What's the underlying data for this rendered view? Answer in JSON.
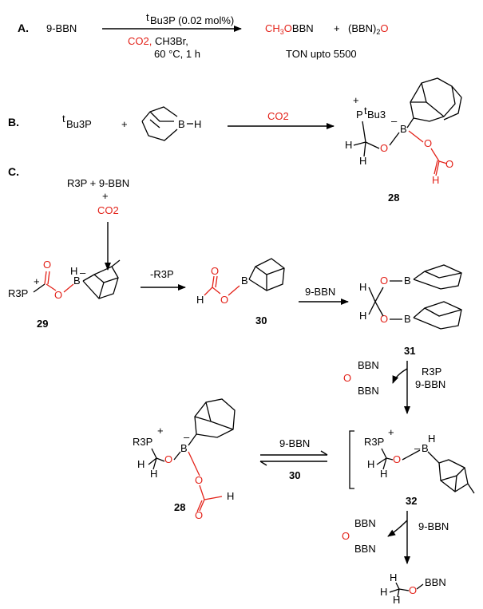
{
  "colors": {
    "ink": "#000000",
    "highlight": "#e32219"
  },
  "section_a": {
    "label": "A.",
    "reactant": "9-BBN",
    "catalyst": "Bu3P (0.02 mol%)",
    "catalyst_prefix": "t",
    "co2": "CO2,",
    "reagent": " CH3Br,",
    "conditions": "60 °C, 1 h",
    "product_part_red1": "CH",
    "product_sub": "3",
    "product_part_red2": "O",
    "product_part_black": "BBN",
    "plus": "+",
    "byproduct_black": "(BBN)",
    "byproduct_sub": "2",
    "byproduct_red": "O",
    "ton": "TON upto 5500"
  },
  "section_b": {
    "label": "B.",
    "phosphine": "Bu3P",
    "phosphine_prefix": "t",
    "plus": "+",
    "boron": "B",
    "hydride": "H",
    "co2": "CO2",
    "product_p": "P",
    "product_tbu": "Bu3",
    "product_o1": "O",
    "product_o2": "O",
    "product_o3": "O",
    "product_b": "B",
    "product_h1": "H",
    "product_h2": "H",
    "product_h3": "H",
    "charge_plus": "+",
    "charge_minus": "–",
    "compound": "28"
  },
  "section_c": {
    "label": "C.",
    "start_line": "R3P + 9-BBN",
    "start_plus": "+",
    "start_co2": "CO2",
    "c29": "29",
    "c30": "30",
    "c31": "31",
    "c32": "32",
    "c28": "28",
    "r3p": "R3P",
    "arrow1_label": "-R3P",
    "arrow2_label": "9-BBN",
    "arrow3_out": "BBN",
    "arrow3_in_r3p": "R3P",
    "arrow3_in_bbn": "9-BBN",
    "eq_top": "9-BBN",
    "eq_bottom": "30",
    "arrow4_label": "9-BBN",
    "final_product": "BBN",
    "atom_o": "O",
    "atom_b": "B",
    "atom_h": "H",
    "atom_c": "C"
  }
}
